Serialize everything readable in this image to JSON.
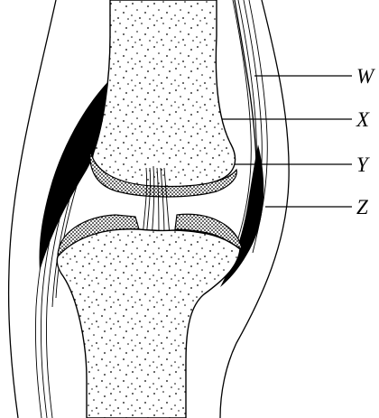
{
  "labels": [
    {
      "id": "W",
      "text": "W"
    },
    {
      "id": "X",
      "text": "X"
    },
    {
      "id": "Y",
      "text": "Y"
    },
    {
      "id": "Z",
      "text": "Z"
    }
  ],
  "colors": {
    "ink": "#000000",
    "background": "#ffffff",
    "bone_fill": "#ffffff"
  }
}
